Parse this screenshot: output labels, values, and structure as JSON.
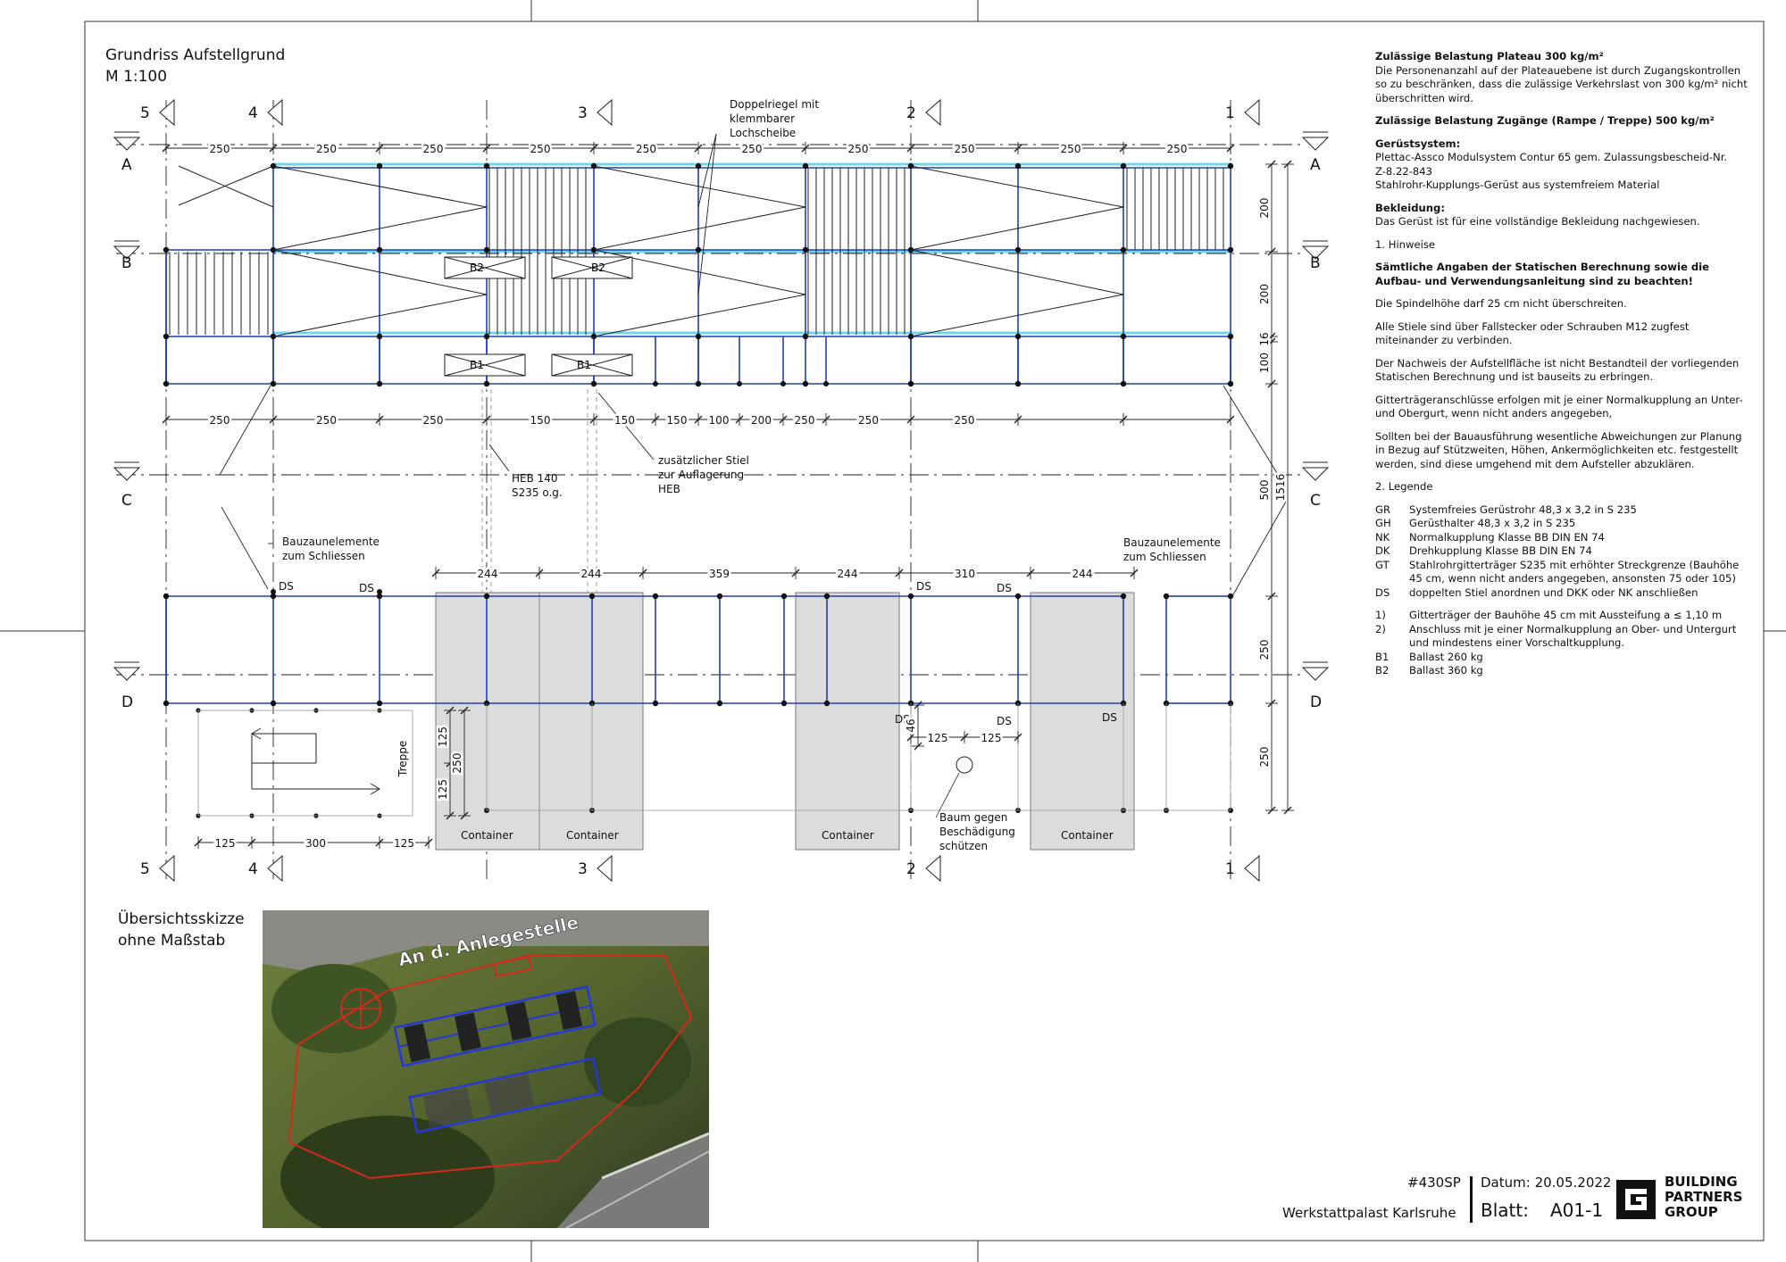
{
  "drawing": {
    "title": "Grundriss Aufstellgrund",
    "scale": "M 1:100",
    "axis_numbers": [
      "5",
      "4",
      "3",
      "2",
      "1"
    ],
    "axis_letters": [
      "A",
      "B",
      "C",
      "D"
    ],
    "top_dims": [
      "250",
      "250",
      "250",
      "250",
      "250",
      "250",
      "250",
      "250",
      "250",
      "250"
    ],
    "mid_dims": [
      "250",
      "250",
      "250",
      "150",
      "150",
      "150",
      "100",
      "200",
      "250",
      "250",
      "250"
    ],
    "container_dims": [
      "244",
      "244",
      "359",
      "244",
      "310",
      "244"
    ],
    "bottom_dims": [
      "125",
      "300",
      "125"
    ],
    "vert_dims": [
      "200",
      "200",
      "16",
      "100",
      "500",
      "1516",
      "250",
      "250"
    ],
    "stair_dims": [
      "125",
      "125",
      "250"
    ],
    "ds_dims": [
      "46",
      "125",
      "125"
    ],
    "labels": {
      "doppelriegel": [
        "Doppelriegel mit",
        "klemmbarer",
        "Lochscheibe"
      ],
      "heb": [
        "HEB 140",
        "S235 o.g."
      ],
      "stiel": [
        "zusätzlicher Stiel",
        "zur Auflagerung",
        "HEB"
      ],
      "bauzaun_left": [
        "Bauzaunelemente",
        "zum Schliessen"
      ],
      "bauzaun_right": [
        "Bauzaunelemente",
        "zum Schliessen"
      ],
      "baum": [
        "Baum gegen",
        "Beschädigung",
        "schützen"
      ],
      "treppe": "Treppe",
      "container": "Container",
      "ds": "DS",
      "b1": "B1",
      "b2": "B2"
    }
  },
  "notes": {
    "n1_title": "Zulässige Belastung Plateau 300 kg/m²",
    "n1_text": "Die Personenanzahl auf der Plateauebene ist durch Zugangskontrollen so zu beschränken, dass die zulässige Verkehrslast von 300 kg/m² nicht überschritten wird.",
    "n2_title": "Zulässige Belastung Zugänge (Rampe / Treppe) 500 kg/m²",
    "n3_title": "Gerüstsystem:",
    "n3_lines": [
      "Plettac-Assco Modulsystem Contur 65 gem. Zulassungsbescheid-Nr.",
      "Z-8.22-843",
      "Stahlrohr-Kupplungs-Gerüst aus systemfreiem Material"
    ],
    "n4_title": "Bekleidung:",
    "n4_text": "Das Gerüst ist für eine vollständige Bekleidung nachgewiesen.",
    "h1": "1.      Hinweise",
    "h1_bold": "Sämtliche Angaben der Statischen Berechnung sowie die Aufbau- und Verwendungsanleitung sind zu beachten!",
    "p1": "Die Spindelhöhe darf 25 cm nicht überschreiten.",
    "p2": "Alle Stiele sind über Fallstecker oder Schrauben M12 zugfest miteinander zu verbinden.",
    "p3": "Der Nachweis der Aufstellfläche ist nicht Bestandteil der vorliegenden Statischen Berechnung und ist bauseits zu erbringen.",
    "p4": "Gitterträgeranschlüsse erfolgen mit je einer Normalkupplung an Unter- und Obergurt, wenn nicht anders angegeben,",
    "p5": "Sollten bei der Bauausführung wesentliche Abweichungen zur Planung in Bezug auf Stützweiten, Höhen, Ankermöglichkeiten etc. festgestellt werden, sind diese umgehend mit dem Aufsteller abzuklären.",
    "h2": "2.      Legende",
    "legend": [
      {
        "k": "GR",
        "v": "Systemfreies Gerüstrohr 48,3 x 3,2 in S 235"
      },
      {
        "k": "GH",
        "v": "Gerüsthalter 48,3 x 3,2 in S 235"
      },
      {
        "k": "NK",
        "v": "Normalkupplung Klasse BB DIN EN 74"
      },
      {
        "k": "DK",
        "v": "Drehkupplung Klasse BB DIN EN 74"
      },
      {
        "k": "GT",
        "v": "Stahlrohrgitterträger S235 mit erhöhter Streckgrenze (Bauhöhe 45 cm, wenn nicht anders angegeben, ansonsten 75 oder 105)"
      },
      {
        "k": "DS",
        "v": "doppelten Stiel anordnen und DKK oder NK anschließen"
      }
    ],
    "legend2": [
      {
        "k": "1)",
        "v": "Gitterträger der Bauhöhe 45 cm mit Aussteifung a ≤ 1,10 m"
      },
      {
        "k": "2)",
        "v": "Anschluss mit je einer Normalkupplung an Ober- und Untergurt und mindestens einer Vorschaltkupplung."
      },
      {
        "k": "B1",
        "v": "Ballast 260 kg"
      },
      {
        "k": "B2",
        "v": "Ballast 360 kg"
      }
    ]
  },
  "overview": {
    "title_line1": "Übersichtsskizze",
    "title_line2": "ohne Maßstab",
    "street_label": "An d. Anlegestelle"
  },
  "titleblock": {
    "project_no": "#430SP",
    "date_label": "Datum: 20.05.2022",
    "project_name": "Werkstattpalast Karlsruhe",
    "sheet_label": "Blatt:",
    "sheet_no": "A01-1",
    "company": [
      "BUILDING",
      "PARTNERS",
      "GROUP"
    ]
  }
}
